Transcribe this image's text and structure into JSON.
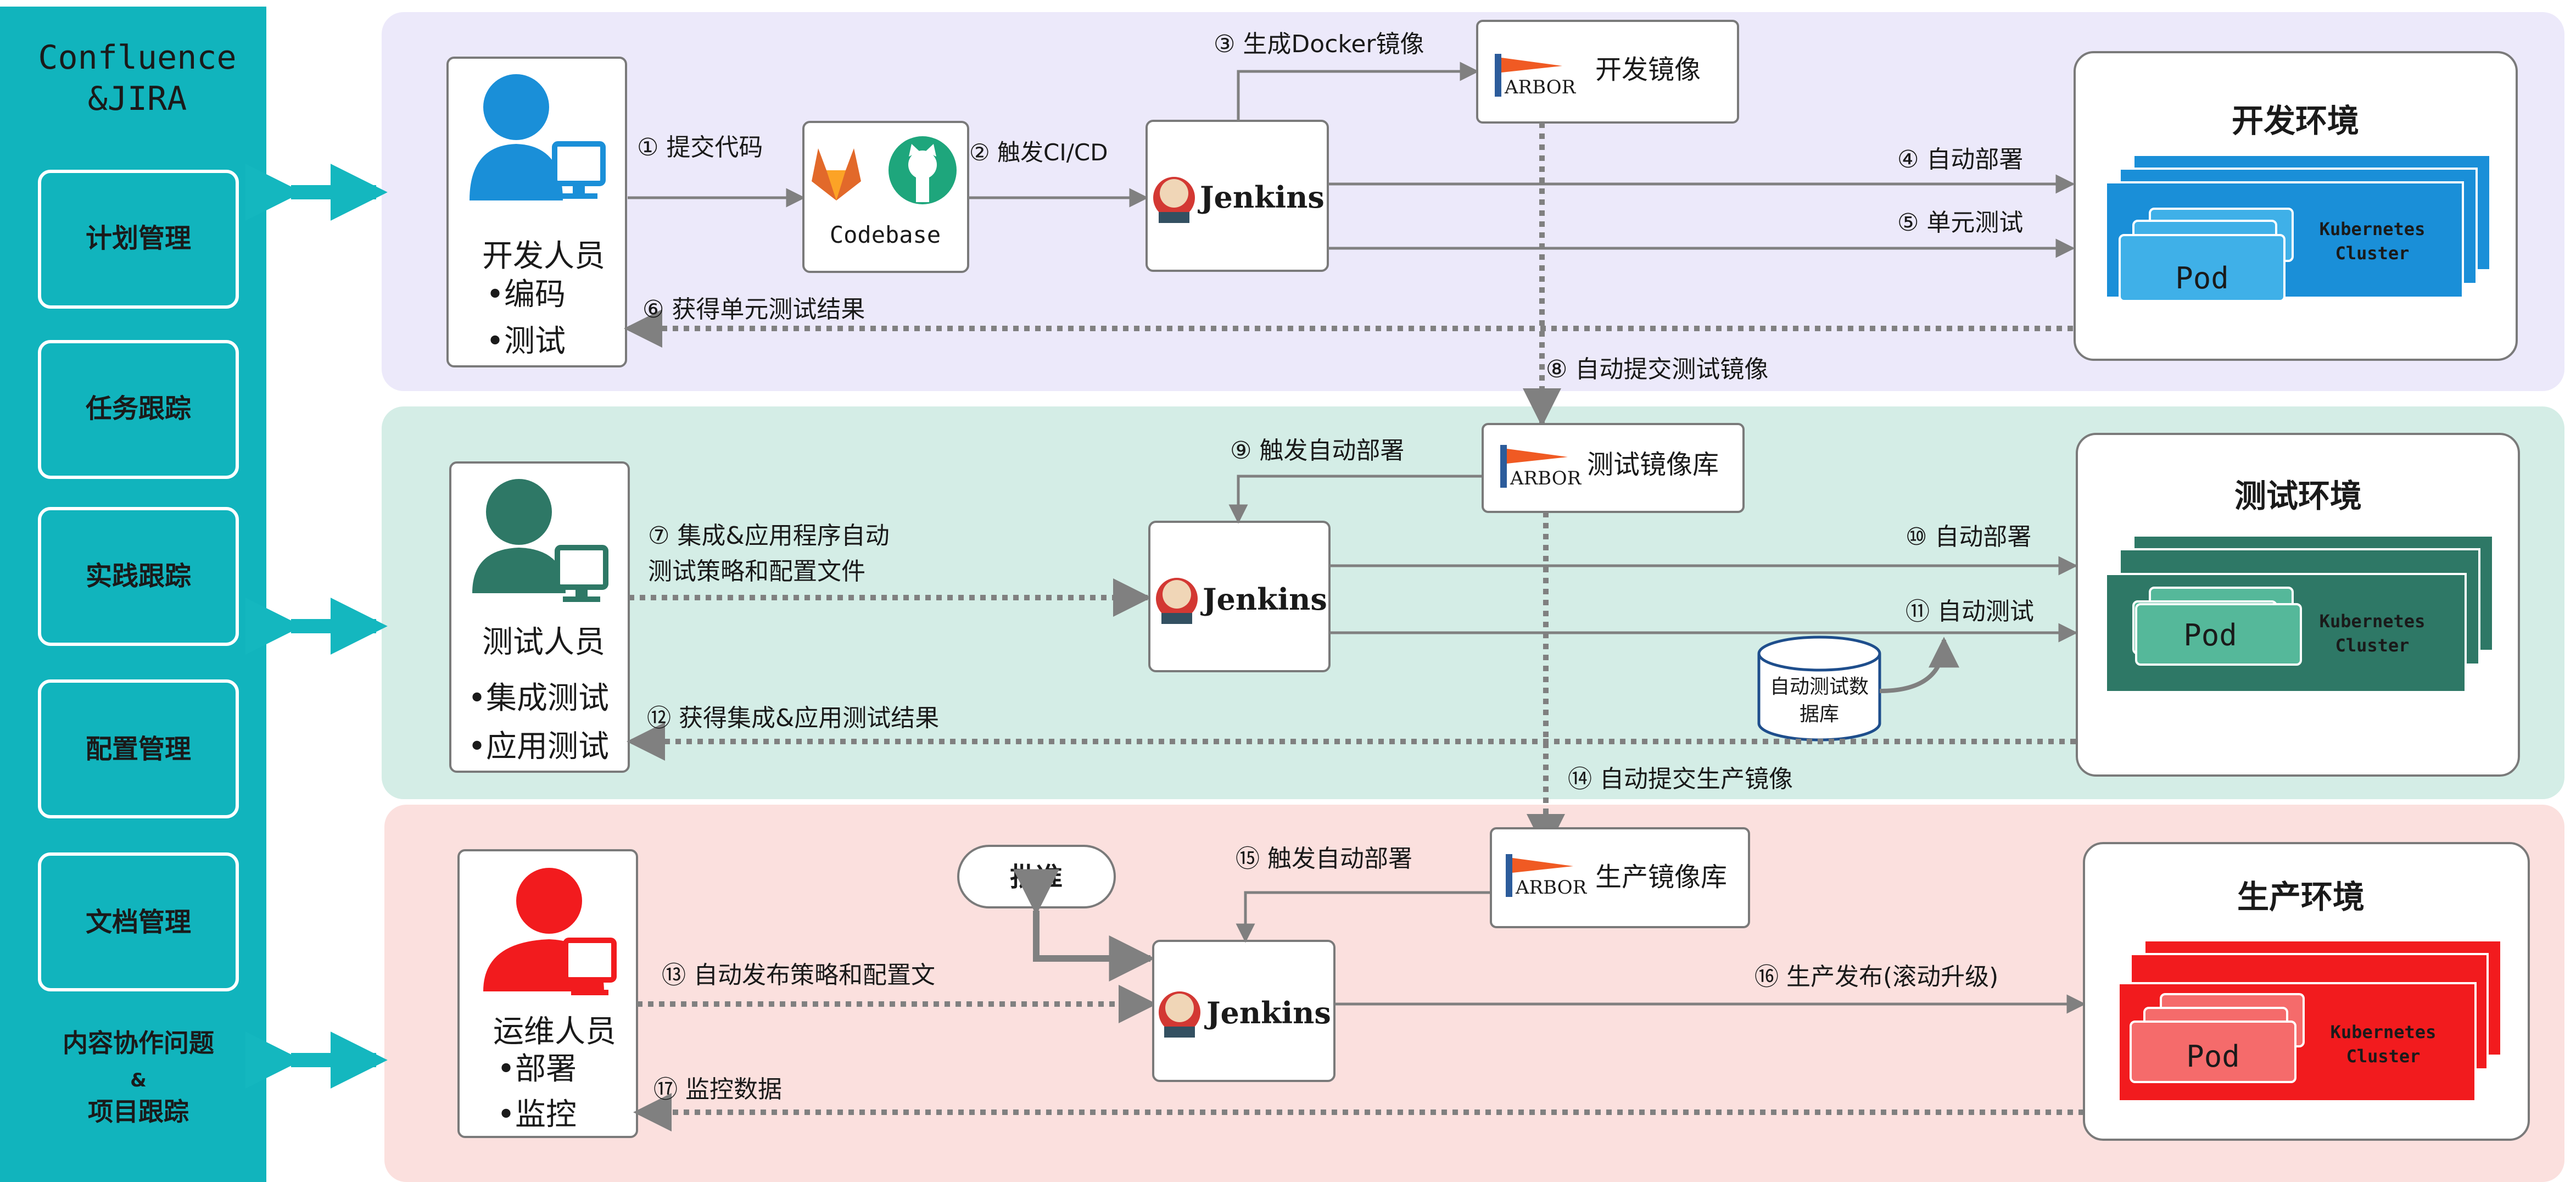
{
  "sidebar": {
    "title_line1": "Confluence",
    "title_line2": "&JIRA",
    "items": [
      "计划管理",
      "任务跟踪",
      "实践跟踪",
      "配置管理",
      "文档管理"
    ],
    "footer_line1": "内容协作问题",
    "footer_line2": "&",
    "footer_line3": "项目跟踪"
  },
  "dev": {
    "person_title": "开发人员",
    "person_item1": "•编码",
    "person_item2": "•测试",
    "step1": "① 提交代码",
    "codebase_label": "Codebase",
    "step2": "② 触发CI/CD",
    "jenkins": "Jenkins",
    "step3": "③ 生成Docker镜像",
    "harbor_logo": "ARBOR",
    "harbor_label": "开发镜像",
    "step4": "④ 自动部署",
    "step5": "⑤ 单元测试",
    "step6": "⑥ 获得单元测试结果",
    "env_title": "开发环境",
    "pod": "Pod",
    "cluster_line1": "Kubernetes",
    "cluster_line2": "Cluster"
  },
  "step8": "⑧ 自动提交测试镜像",
  "test": {
    "person_title": "测试人员",
    "person_item1": "•集成测试",
    "person_item2": "•应用测试",
    "step7_line1": "⑦ 集成&应用程序自动",
    "step7_line2": "测试策略和配置文件",
    "jenkins": "Jenkins",
    "step9": "⑨ 触发自动部署",
    "harbor_logo": "ARBOR",
    "harbor_label": "测试镜像库",
    "step10": "⑩ 自动部署",
    "step11": "⑪ 自动测试",
    "db_line1": "自动测试数",
    "db_line2": "据库",
    "step12": "⑫ 获得集成&应用测试结果",
    "env_title": "测试环境",
    "pod": "Pod",
    "cluster_line1": "Kubernetes",
    "cluster_line2": "Cluster"
  },
  "step14": "⑭ 自动提交生产镜像",
  "prod": {
    "person_title": "运维人员",
    "person_item1": "•部署",
    "person_item2": "•监控",
    "approve": "批准",
    "step13": "⑬ 自动发布策略和配置文",
    "jenkins": "Jenkins",
    "step15": "⑮ 触发自动部署",
    "harbor_logo": "ARBOR",
    "harbor_label": "生产镜像库",
    "step16": "⑯ 生产发布(滚动升级)",
    "step17": "⑰ 监控数据",
    "env_title": "生产环境",
    "pod": "Pod",
    "cluster_line1": "Kubernetes",
    "cluster_line2": "Cluster"
  },
  "colors": {
    "teal": "#11b4bd",
    "dev_band": "#ece9fa",
    "test_band": "#d4ede6",
    "prod_band": "#fbe0de",
    "dev_blue": "#1a8fd8",
    "test_green": "#2e7866",
    "prod_red": "#f21b1e"
  }
}
